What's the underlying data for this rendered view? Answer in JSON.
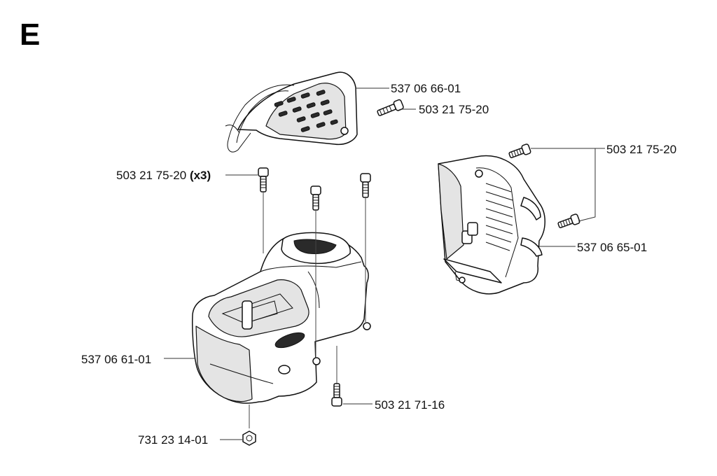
{
  "section": {
    "letter": "E"
  },
  "labels": {
    "guard_top": "537 06 66-01",
    "screw_top": "503 21 75-20",
    "screw_left": "503 21 75-20",
    "screw_left_qty": "(x3)",
    "screw_right": "503 21 75-20",
    "cover_right": "537 06 65-01",
    "housing": "537 06 61-01",
    "screw_bottom": "503 21 71-16",
    "nut": "731 23 14-01"
  },
  "icons": {
    "screw": "screw-icon",
    "nut": "hex-nut-icon",
    "guard": "exhaust-guard-icon",
    "cover": "cylinder-cover-icon",
    "housing": "engine-housing-icon"
  }
}
